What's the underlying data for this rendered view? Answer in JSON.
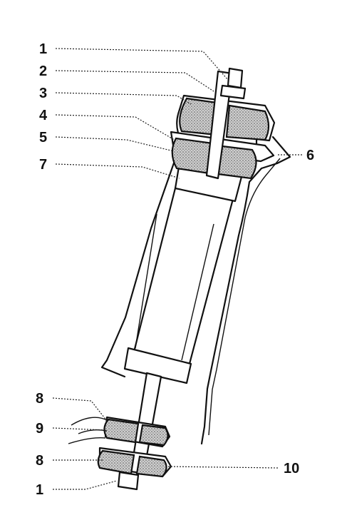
{
  "diagram": {
    "callouts": [
      {
        "id": "c1top",
        "label": "1"
      },
      {
        "id": "c2",
        "label": "2"
      },
      {
        "id": "c3",
        "label": "3"
      },
      {
        "id": "c4",
        "label": "4"
      },
      {
        "id": "c5",
        "label": "5"
      },
      {
        "id": "c6",
        "label": "6"
      },
      {
        "id": "c7",
        "label": "7"
      },
      {
        "id": "c8top",
        "label": "8"
      },
      {
        "id": "c9",
        "label": "9"
      },
      {
        "id": "c8bot",
        "label": "8"
      },
      {
        "id": "c10",
        "label": "10"
      },
      {
        "id": "c1bot",
        "label": "1"
      }
    ],
    "colors": {
      "ink": "#111111",
      "paper": "#ffffff",
      "stipple": "#555555"
    }
  }
}
